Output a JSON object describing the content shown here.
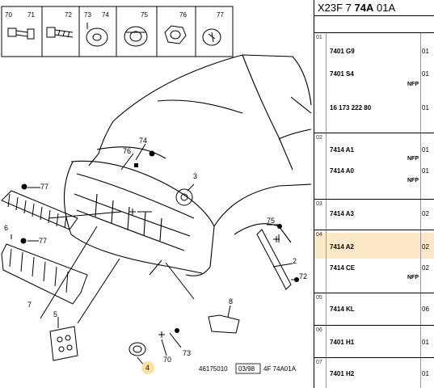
{
  "header": {
    "prefix": "X23F 7 ",
    "bold": "74A",
    "suffix": " 01A"
  },
  "icon_codes": [
    "70",
    "71",
    "72",
    "73",
    "74",
    "75",
    "76",
    "77"
  ],
  "callouts": [
    "74",
    "76",
    "77",
    "3",
    "75",
    "6",
    "2",
    "72",
    "7",
    "8",
    "5",
    "70",
    "73",
    "4"
  ],
  "footer": {
    "ref": "46175010",
    "date": "03/98",
    "code": "4F 74A01A"
  },
  "groups": [
    {
      "num": "01",
      "rows": [
        {
          "ref": "7401 G9",
          "qty": "01",
          "nfp": ""
        },
        {
          "ref": "7401 S4",
          "qty": "01",
          "nfp": "NFP"
        },
        {
          "ref": "16 173 222 80",
          "qty": "01",
          "nfp": ""
        }
      ]
    },
    {
      "num": "02",
      "rows": [
        {
          "ref": "7414 A1",
          "qty": "01",
          "nfp": "NFP"
        },
        {
          "ref": "7414 A0",
          "qty": "01",
          "nfp": "NFP"
        }
      ]
    },
    {
      "num": "03",
      "rows": [
        {
          "ref": "7414 A3",
          "qty": "02",
          "nfp": ""
        }
      ]
    },
    {
      "num": "04",
      "rows": [
        {
          "ref": "7414 A2",
          "qty": "02",
          "nfp": ""
        },
        {
          "ref": "7414 CE",
          "qty": "02",
          "nfp": "NFP"
        }
      ]
    },
    {
      "num": "05",
      "rows": [
        {
          "ref": "7414 KL",
          "qty": "06",
          "nfp": ""
        }
      ]
    },
    {
      "num": "06",
      "rows": [
        {
          "ref": "7401 H1",
          "qty": "01",
          "nfp": ""
        }
      ]
    },
    {
      "num": "07",
      "rows": [
        {
          "ref": "7401 H2",
          "qty": "01",
          "nfp": ""
        }
      ]
    }
  ]
}
